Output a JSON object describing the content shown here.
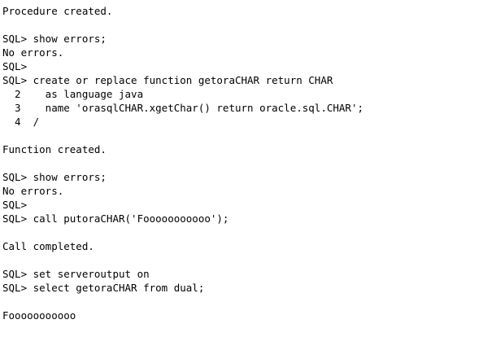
{
  "terminal": {
    "lines": [
      "Procedure created.",
      "",
      "SQL> show errors;",
      "No errors.",
      "SQL>",
      "SQL> create or replace function getoraCHAR return CHAR",
      "  2    as language java",
      "  3    name 'orasqlCHAR.xgetChar() return oracle.sql.CHAR';",
      "  4  /",
      "",
      "Function created.",
      "",
      "SQL> show errors;",
      "No errors.",
      "SQL>",
      "SQL> call putoraCHAR('Fooooooooooo');",
      "",
      "Call completed.",
      "",
      "SQL> set serveroutput on",
      "SQL> select getoraCHAR from dual;",
      "",
      "Fooooooooooo"
    ]
  }
}
